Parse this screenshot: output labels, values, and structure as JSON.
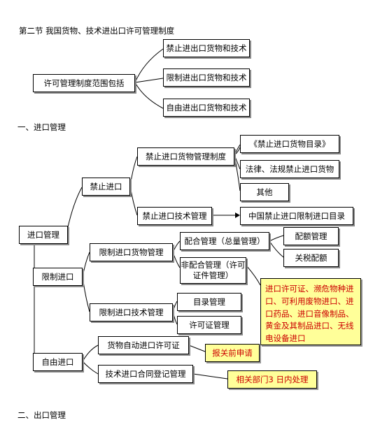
{
  "section_title": "第二节  我国货物、技术进出口许可管理制度",
  "scope": {
    "root": "许可管理制度范围包括",
    "items": [
      "禁止进出口货物和技术",
      "限制进出口货物和技术",
      "自由进出口货物和技术"
    ]
  },
  "import_heading": "一、进口管理",
  "import_tree": {
    "root": "进口管理",
    "prohibited": {
      "label": "禁止进口",
      "goods": "禁止进口货物管理制度",
      "goods_items": [
        "《禁止进口货物目录》",
        "法律、法规禁止进口货物",
        "其他"
      ],
      "tech": "禁止进口技术管理",
      "tech_target": "中国禁止进口限制进口目录"
    },
    "restricted": {
      "label": "限制进口",
      "goods": "限制进口货物管理",
      "quota": "配合管理（总量管理）",
      "quota_items": [
        "配额管理",
        "关税配额"
      ],
      "nonquota": "非配合管理（许可证件管理）",
      "nonquota_note": "进口许可证、濒危物种进口、可利用废物进口、进口药品、进口音像制品、黄金及其制品进口、无线电设备进口",
      "tech": "限制进口技术管理",
      "tech_items": [
        "目录管理",
        "许可证管理"
      ]
    },
    "free": {
      "label": "自由进口",
      "goods": "货物自动进口许可证",
      "goods_note": "报关前申请",
      "tech": "技术进口合同登记管理",
      "tech_note": "相关部门3 日内处理"
    }
  },
  "export_heading": "二、出口管理",
  "colors": {
    "note_fill": "#ffff99",
    "note_text": "#cc0000",
    "line": "#000000"
  }
}
